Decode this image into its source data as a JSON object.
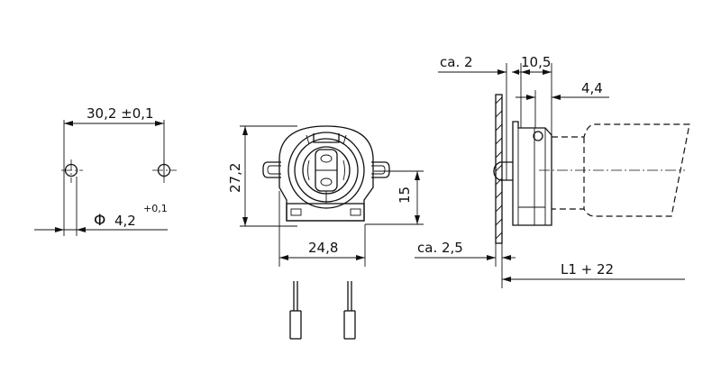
{
  "dimensions": {
    "hole_spacing": "30,2 ±0,1",
    "hole_diameter_symbol": "Φ",
    "hole_diameter": "4,2",
    "hole_diameter_tol": "+0,1",
    "height": "27,2",
    "center_height": "15",
    "width": "24,8",
    "ca2": "ca. 2",
    "d10_5": "10,5",
    "d4_4": "4,4",
    "ca2_5": "ca. 2,5",
    "l1_22": "L1 + 22"
  }
}
